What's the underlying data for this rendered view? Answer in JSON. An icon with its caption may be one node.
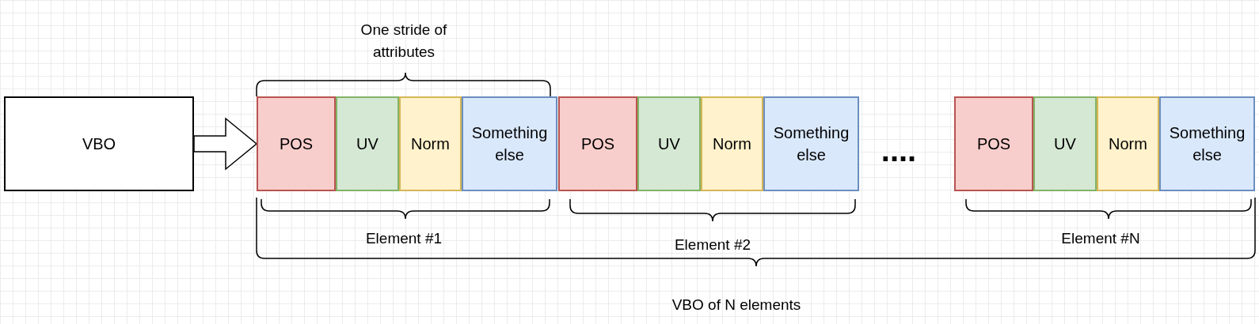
{
  "diagram": {
    "nodes": [
      {
        "text": [
          "VBO"
        ]
      },
      {
        "text": [
          "POS"
        ]
      },
      {
        "text": [
          "UV"
        ]
      },
      {
        "text": [
          "Norm"
        ]
      },
      {
        "text": [
          "Something else"
        ]
      },
      {
        "text": [
          "POS"
        ]
      },
      {
        "text": [
          "UV"
        ]
      },
      {
        "text": [
          "Norm"
        ]
      },
      {
        "text": [
          "Something else"
        ]
      },
      {
        "text": [
          "POS"
        ]
      },
      {
        "text": [
          "UV"
        ]
      },
      {
        "text": [
          "Norm"
        ]
      },
      {
        "text": [
          "Something else"
        ]
      }
    ],
    "edges": [
      {
        "from": 0,
        "to": 1,
        "arrow": "to"
      }
    ],
    "labels": [
      "One stride of attributes",
      "....",
      "Element #1",
      "Element #2",
      "Element #N",
      "VBO of N elements"
    ]
  }
}
